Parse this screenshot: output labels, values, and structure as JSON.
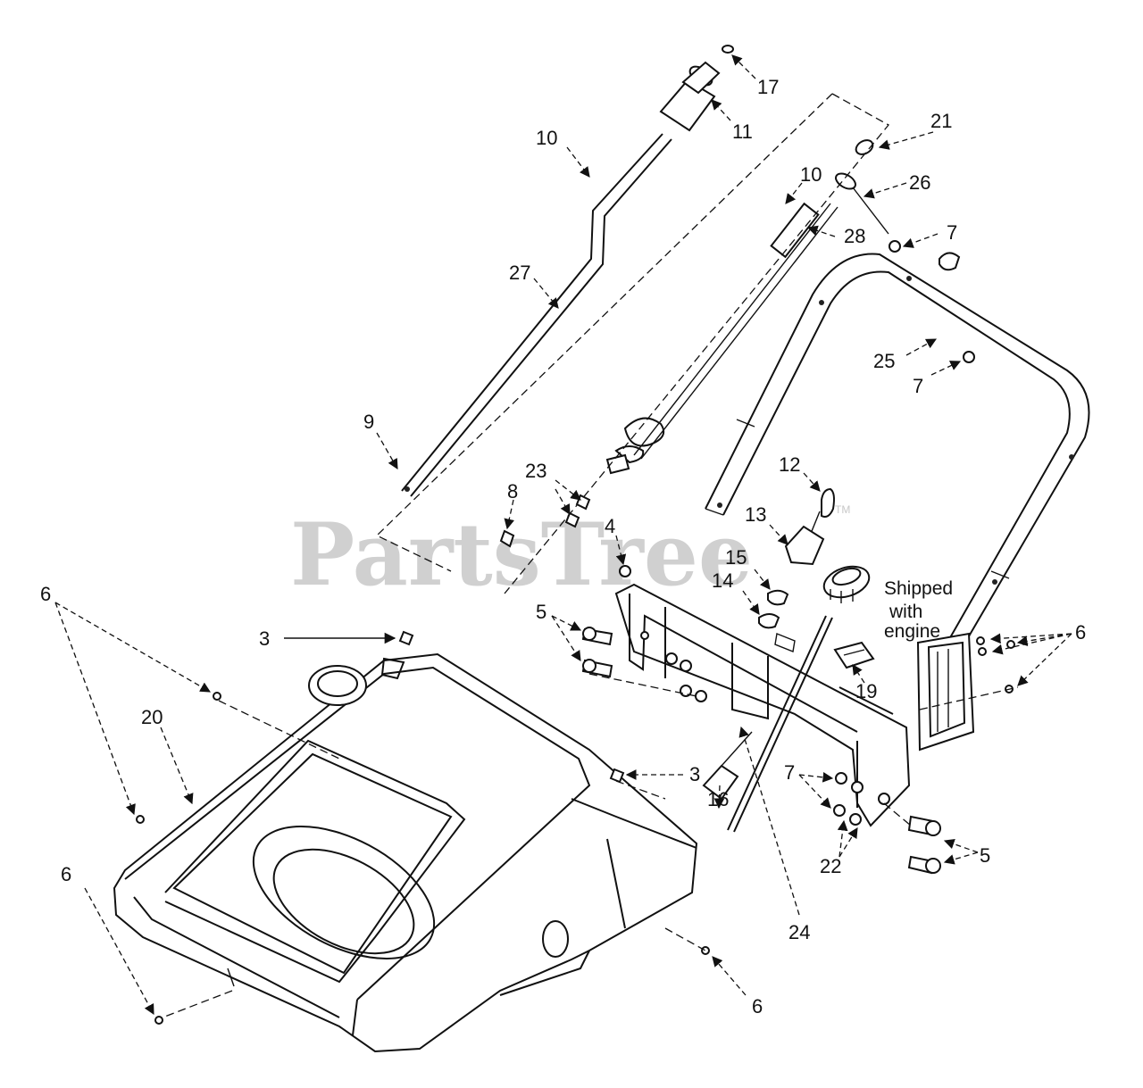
{
  "watermark": {
    "text": "PartsTree",
    "tm": "TM"
  },
  "note": {
    "line1": "Shipped",
    "line2": "with",
    "line3": "engine"
  },
  "labels": {
    "l17": "17",
    "l11": "11",
    "l10a": "10",
    "l21": "21",
    "l26": "26",
    "l10b": "10",
    "l28": "28",
    "l7a": "7",
    "l27": "27",
    "l25": "25",
    "l7b": "7",
    "l9": "9",
    "l12": "12",
    "l23": "23",
    "l8": "8",
    "l13": "13",
    "l4": "4",
    "l15": "15",
    "l14": "14",
    "l6a": "6",
    "l5a": "5",
    "l6b": "6",
    "l3a": "3",
    "l19": "19",
    "l20": "20",
    "l3b": "3",
    "l16": "16",
    "l7c": "7",
    "l22": "22",
    "l5b": "5",
    "l6c": "6",
    "l24": "24",
    "l6d": "6"
  },
  "colors": {
    "line": "#111111",
    "watermark": "#c8c8c8",
    "background": "#ffffff"
  }
}
